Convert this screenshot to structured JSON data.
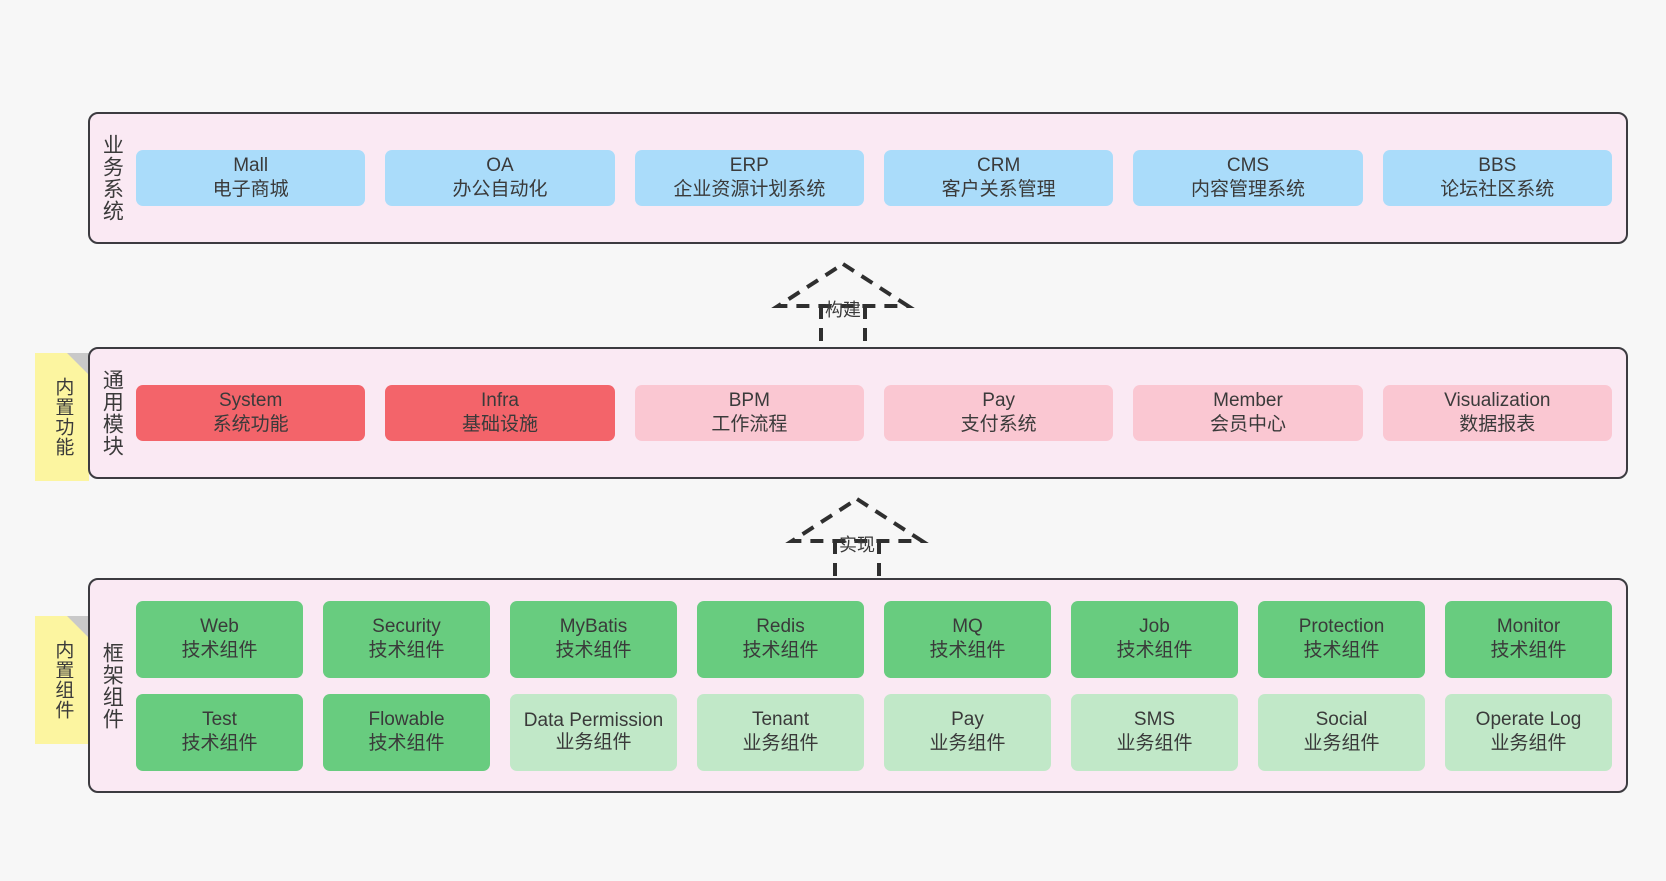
{
  "diagram": {
    "background_color": "#f7f7f7",
    "panel_bg": "#fae9f3",
    "panel_border": "#3c3b40",
    "note_color": "#fcf5a0",
    "fold_color": "#c9c9c9"
  },
  "layers": [
    {
      "id": "business",
      "title": "业务系统",
      "note": null,
      "rows": [
        {
          "cards": [
            {
              "title": "Mall",
              "subtitle": "电子商城",
              "color": "#aadcfa",
              "style": "c-blue"
            },
            {
              "title": "OA",
              "subtitle": "办公自动化",
              "color": "#aadcfa",
              "style": "c-blue"
            },
            {
              "title": "ERP",
              "subtitle": "企业资源计划系统",
              "color": "#aadcfa",
              "style": "c-blue"
            },
            {
              "title": "CRM",
              "subtitle": "客户关系管理",
              "color": "#aadcfa",
              "style": "c-blue"
            },
            {
              "title": "CMS",
              "subtitle": "内容管理系统",
              "color": "#aadcfa",
              "style": "c-blue"
            },
            {
              "title": "BBS",
              "subtitle": "论坛社区系统",
              "color": "#aadcfa",
              "style": "c-blue"
            }
          ]
        }
      ]
    },
    {
      "id": "common-modules",
      "title": "通用模块",
      "note": "内置功能",
      "rows": [
        {
          "cards": [
            {
              "title": "System",
              "subtitle": "系统功能",
              "color": "#f3646a",
              "style": "c-red"
            },
            {
              "title": "Infra",
              "subtitle": "基础设施",
              "color": "#f3646a",
              "style": "c-red"
            },
            {
              "title": "BPM",
              "subtitle": "工作流程",
              "color": "#fac7d2",
              "style": "c-pink"
            },
            {
              "title": "Pay",
              "subtitle": "支付系统",
              "color": "#fac7d2",
              "style": "c-pink"
            },
            {
              "title": "Member",
              "subtitle": "会员中心",
              "color": "#fac7d2",
              "style": "c-pink"
            },
            {
              "title": "Visualization",
              "subtitle": "数据报表",
              "color": "#fac7d2",
              "style": "c-pink"
            }
          ]
        }
      ]
    },
    {
      "id": "framework-components",
      "title": "框架组件",
      "note": "内置组件",
      "rows": [
        {
          "cards": [
            {
              "title": "Web",
              "subtitle": "技术组件",
              "color": "#68cc7f",
              "style": "c-green"
            },
            {
              "title": "Security",
              "subtitle": "技术组件",
              "color": "#68cc7f",
              "style": "c-green"
            },
            {
              "title": "MyBatis",
              "subtitle": "技术组件",
              "color": "#68cc7f",
              "style": "c-green"
            },
            {
              "title": "Redis",
              "subtitle": "技术组件",
              "color": "#68cc7f",
              "style": "c-green"
            },
            {
              "title": "MQ",
              "subtitle": "技术组件",
              "color": "#68cc7f",
              "style": "c-green"
            },
            {
              "title": "Job",
              "subtitle": "技术组件",
              "color": "#68cc7f",
              "style": "c-green"
            },
            {
              "title": "Protection",
              "subtitle": "技术组件",
              "color": "#68cc7f",
              "style": "c-green"
            },
            {
              "title": "Monitor",
              "subtitle": "技术组件",
              "color": "#68cc7f",
              "style": "c-green"
            }
          ]
        },
        {
          "cards": [
            {
              "title": "Test",
              "subtitle": "技术组件",
              "color": "#68cc7f",
              "style": "c-green"
            },
            {
              "title": "Flowable",
              "subtitle": "技术组件",
              "color": "#68cc7f",
              "style": "c-green"
            },
            {
              "title": "Data Permission",
              "subtitle": "业务组件",
              "color": "#c1e8c8",
              "style": "c-lightgreen wrap"
            },
            {
              "title": "Tenant",
              "subtitle": "业务组件",
              "color": "#c1e8c8",
              "style": "c-lightgreen"
            },
            {
              "title": "Pay",
              "subtitle": "业务组件",
              "color": "#c1e8c8",
              "style": "c-lightgreen"
            },
            {
              "title": "SMS",
              "subtitle": "业务组件",
              "color": "#c1e8c8",
              "style": "c-lightgreen"
            },
            {
              "title": "Social",
              "subtitle": "业务组件",
              "color": "#c1e8c8",
              "style": "c-lightgreen"
            },
            {
              "title": "Operate Log",
              "subtitle": "业务组件",
              "color": "#c1e8c8",
              "style": "c-lightgreen"
            }
          ]
        }
      ]
    }
  ],
  "connectors": [
    {
      "id": "build",
      "label": "构建",
      "from": "common-modules",
      "to": "business",
      "style": "dashed-generalization"
    },
    {
      "id": "implement",
      "label": "实现",
      "from": "framework-components",
      "to": "common-modules",
      "style": "dashed-generalization"
    }
  ]
}
